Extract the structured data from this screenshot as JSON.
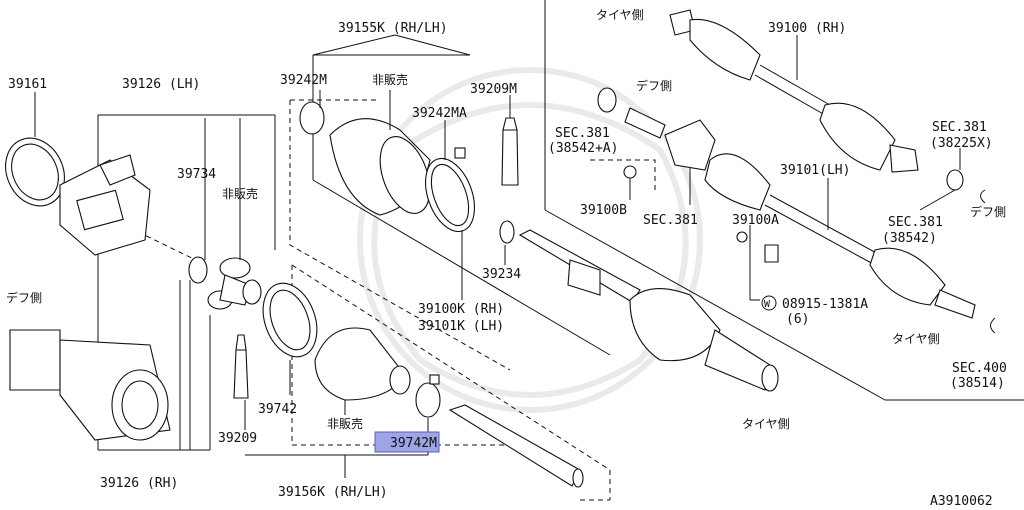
{
  "diagram": {
    "code": "A3910062",
    "labels": {
      "p39161": "39161",
      "p39126lh": "39126 (LH)",
      "p39126rh": "39126 (RH)",
      "p39734": "39734",
      "p39155k": "39155K (RH/LH)",
      "p39242m": "39242M",
      "p39242ma": "39242MA",
      "p39209m": "39209M",
      "p39209": "39209",
      "p39742": "39742",
      "p39742m": "39742M",
      "p39156k": "39156K (RH/LH)",
      "p39234": "39234",
      "p39100k": "39100K (RH)",
      "p39101k": "39101K (LH)",
      "p39100rh": "39100 (RH)",
      "p39101lh": "39101(LH)",
      "p39100a": "39100A",
      "p39100b": "39100B",
      "sec381a": "SEC.381",
      "sec381a2": "(38542+A)",
      "sec381b": "SEC.381",
      "sec381c": "SEC.381",
      "sec381c2": "(38225X)",
      "sec381d": "SEC.381",
      "sec381d2": "(38542)",
      "sec400": "SEC.400",
      "sec400b": "(38514)",
      "bolt": "08915-1381A",
      "bolt_qty": "(6)",
      "bolt_mark": "W",
      "notsold1": "非販売",
      "notsold2": "非販売",
      "notsold3": "非販売",
      "diffside1": "デフ側",
      "diffside2": "デフ側",
      "diffside3": "デフ側",
      "tireside1": "タイヤ側",
      "tireside2": "タイヤ側",
      "tireside3": "タイヤ側"
    },
    "highlight_color": "#9fa4e4"
  }
}
